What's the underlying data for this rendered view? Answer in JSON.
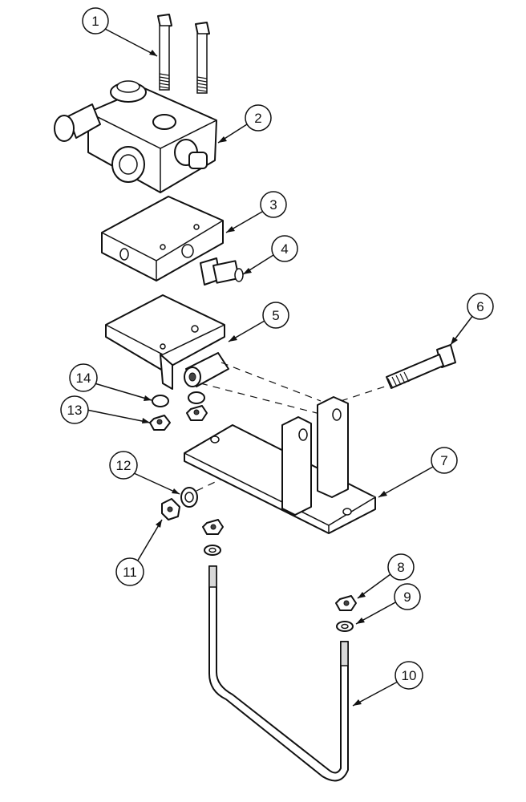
{
  "callouts": [
    {
      "id": "1",
      "label": "1"
    },
    {
      "id": "2",
      "label": "2"
    },
    {
      "id": "3",
      "label": "3"
    },
    {
      "id": "4",
      "label": "4"
    },
    {
      "id": "5",
      "label": "5"
    },
    {
      "id": "6",
      "label": "6"
    },
    {
      "id": "7",
      "label": "7"
    },
    {
      "id": "8",
      "label": "8"
    },
    {
      "id": "9",
      "label": "9"
    },
    {
      "id": "10",
      "label": "10"
    },
    {
      "id": "11",
      "label": "11"
    },
    {
      "id": "12",
      "label": "12"
    },
    {
      "id": "13",
      "label": "13"
    },
    {
      "id": "14",
      "label": "14"
    }
  ],
  "colors": {
    "line": "#111111",
    "background": "#ffffff",
    "shade": "#d8d8d8"
  }
}
